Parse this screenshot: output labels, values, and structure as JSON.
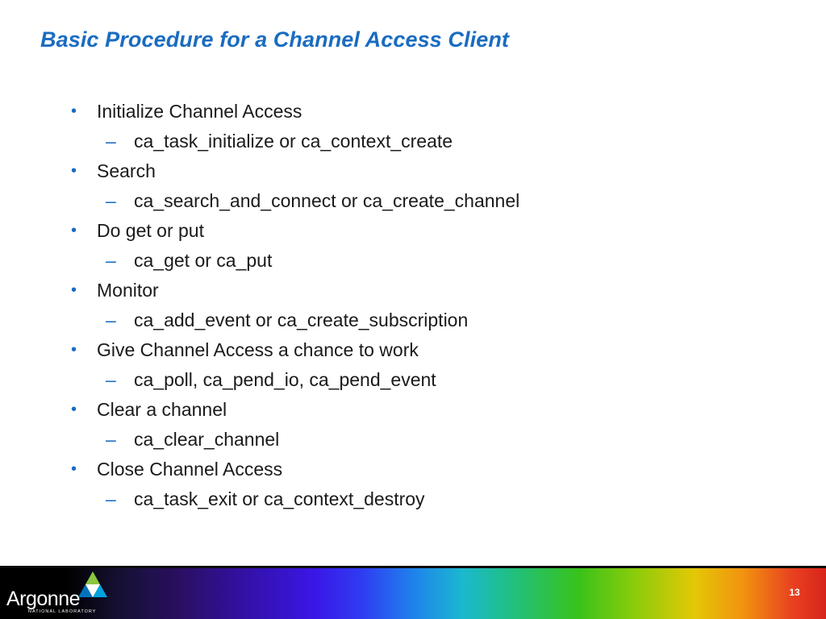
{
  "slide": {
    "title": "Basic Procedure for a Channel Access Client",
    "page_number": "13"
  },
  "bullets": [
    {
      "text": "Initialize Channel Access",
      "sub": "ca_task_initialize or ca_context_create"
    },
    {
      "text": "Search",
      "sub": "ca_search_and_connect or ca_create_channel"
    },
    {
      "text": "Do get or put",
      "sub": "ca_get or ca_put"
    },
    {
      "text": "Monitor",
      "sub": "ca_add_event or ca_create_subscription"
    },
    {
      "text": "Give Channel Access a chance to work",
      "sub": "ca_poll, ca_pend_io, ca_pend_event"
    },
    {
      "text": "Clear a channel",
      "sub": "ca_clear_channel"
    },
    {
      "text": "Close Channel Access",
      "sub": "ca_task_exit or ca_context_destroy"
    }
  ],
  "footer": {
    "logo_text": "Argonne",
    "logo_subtext": "NATIONAL LABORATORY",
    "logo_icon": "argonne-triangle-logo"
  },
  "colors": {
    "title": "#1a6cc0",
    "bullet_marker": "#1a6cc0",
    "body_text": "#1a1a1a"
  }
}
